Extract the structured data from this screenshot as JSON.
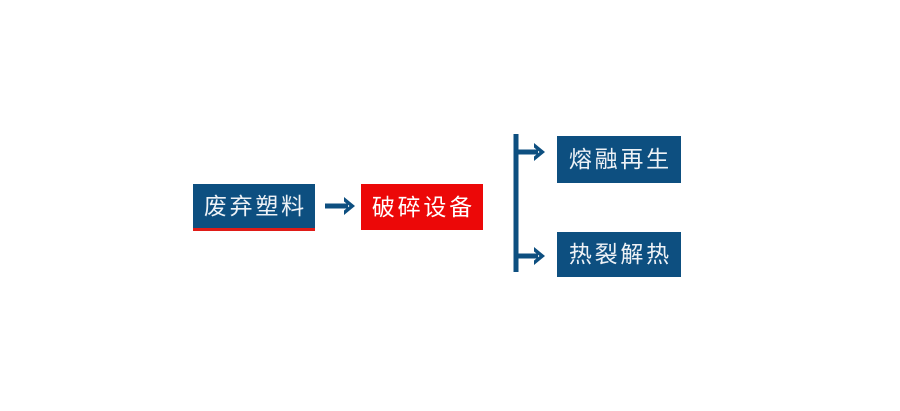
{
  "diagram": {
    "type": "process-flow",
    "title": "",
    "orientation": "left-to-right",
    "palette": {
      "node_blue": "#0d4f80",
      "node_red": "#ec0808",
      "accent_underline": "#e01b17",
      "connector": "#0d4f80",
      "text_on_blue": "#eef2f6",
      "text_on_red": "#ffffff",
      "background": "#ffffff"
    },
    "nodes": [
      {
        "id": "input",
        "label": "废弃塑料",
        "style": "blue",
        "has_red_underline": true
      },
      {
        "id": "process",
        "label": "破碎设备",
        "style": "red",
        "has_red_underline": false
      },
      {
        "id": "branch-melt",
        "label": "熔融再生",
        "style": "blue",
        "has_red_underline": false
      },
      {
        "id": "branch-pyrolysis",
        "label": "热裂解热",
        "style": "blue",
        "has_red_underline": false
      }
    ],
    "connectors": [
      {
        "id": "arrow-input-to-process",
        "kind": "straight-arrow",
        "from": "input",
        "to": "process",
        "direction": "right"
      },
      {
        "id": "split-process-to-branches",
        "kind": "vertical-trunk-with-arrows",
        "from": "process",
        "to": [
          "branch-melt",
          "branch-pyrolysis"
        ],
        "direction": "right",
        "branch_count": 2
      }
    ]
  }
}
